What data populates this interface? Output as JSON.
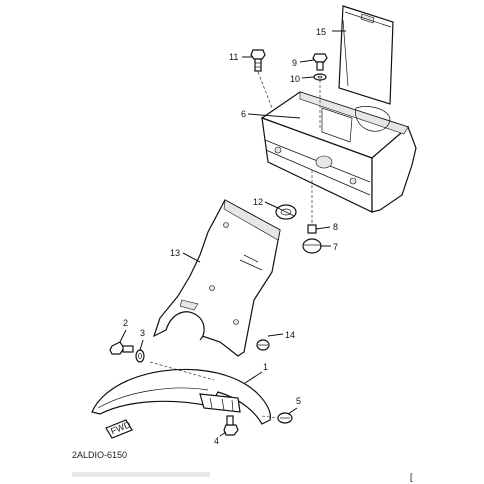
{
  "callouts": {
    "c1": "1",
    "c2": "2",
    "c3": "3",
    "c4": "4",
    "c5": "5",
    "c6": "6",
    "c7": "7",
    "c8": "8",
    "c9": "9",
    "c10": "10",
    "c11": "11",
    "c12": "12",
    "c13": "13",
    "c14": "14",
    "c15": "15"
  },
  "fender_label": "FWD",
  "drawing_code": "2ALDIO-6150",
  "corner_mark": "["
}
